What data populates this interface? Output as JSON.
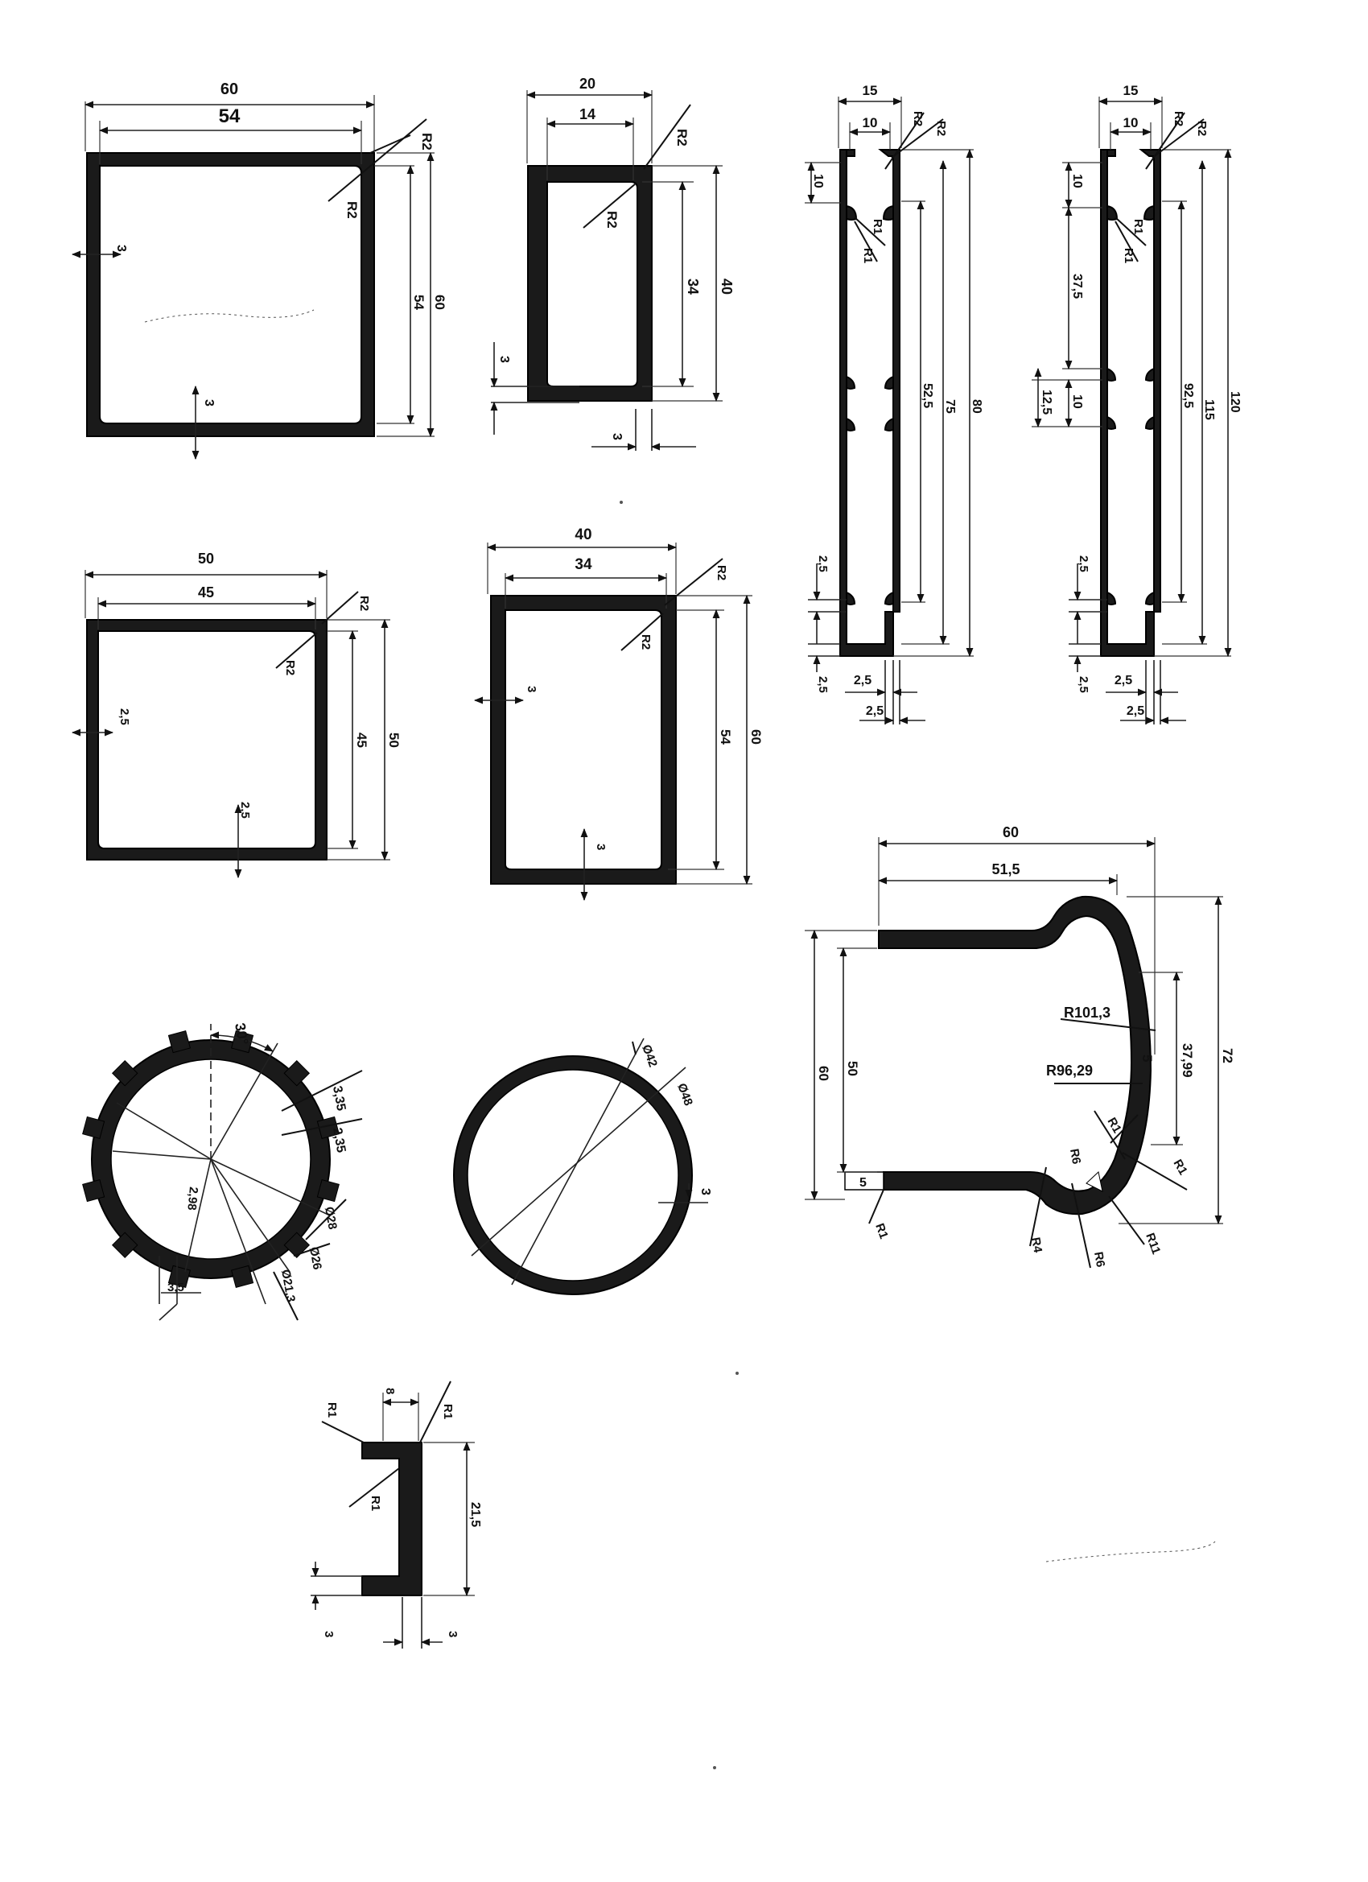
{
  "profiles": {
    "sq60": {
      "w": "60",
      "w_in": "54",
      "h": "60",
      "h_in": "54",
      "r_out": "R2",
      "r_in": "R2",
      "t_left": "3",
      "t_bot": "3"
    },
    "rect20x40": {
      "w": "20",
      "w_in": "14",
      "h": "40",
      "h_in": "34",
      "r_out": "R2",
      "r_in": "R2",
      "t_left": "3",
      "t_bot": "3"
    },
    "channel80": {
      "w": "15",
      "w_in": "10",
      "r_a": "R2",
      "r_b": "R2",
      "top_len": "10",
      "r1_a": "R1",
      "r1_b": "R1",
      "h_in": "52,5",
      "h_mid": "75",
      "h_tot": "80",
      "t_lip": "2,5",
      "t_bot": "2,5",
      "b1": "2,5",
      "b2": "2,5"
    },
    "channel120": {
      "w": "15",
      "w_in": "10",
      "r_a": "R2",
      "r_b": "R2",
      "top_len": "10",
      "r1_a": "R1",
      "r1_b": "R1",
      "seg1": "37,5",
      "seg2": "10",
      "seg3": "12,5",
      "h_in": "92,5",
      "h_mid": "115",
      "h_tot": "120",
      "t_lip": "2,5",
      "t_bot": "2,5",
      "b1": "2,5",
      "b2": "2,5"
    },
    "sq50": {
      "w": "50",
      "w_in": "45",
      "h": "50",
      "h_in": "45",
      "r_out": "R2",
      "r_in": "R2",
      "t_left": "2,5",
      "t_bot": "2,5"
    },
    "rect40x60": {
      "w": "40",
      "w_in": "34",
      "h": "60",
      "h_in": "54",
      "r_out": "R2",
      "r_in": "R2",
      "t_left": "3",
      "t_bot": "3"
    },
    "bracket": {
      "w": "60",
      "w_in": "51,5",
      "h_tot": "72",
      "h_in": "60",
      "h_inner": "50",
      "h_seg": "37,99",
      "t_mid": "5",
      "t_foot": "5",
      "r_big": "R101,3",
      "r_small": "R96,29",
      "r1a": "R1",
      "r1b": "R1",
      "r1c": "R1",
      "r6a": "R6",
      "r6b": "R6",
      "r4": "R4",
      "r11": "R11"
    },
    "gear": {
      "angle": "30°",
      "d1": "3,35",
      "d2": "2,35",
      "d3": "2,98",
      "d4": "3,5",
      "dia1": "Ø28",
      "dia2": "Ø26",
      "dia3": "Ø21,3"
    },
    "tube": {
      "dia_in": "Ø42",
      "dia_out": "Ø48",
      "t": "3"
    },
    "lchan": {
      "w": "8",
      "h": "21,5",
      "r_a": "R1",
      "r_b": "R1",
      "r_c": "R1",
      "t_a": "3",
      "t_b": "3"
    }
  }
}
